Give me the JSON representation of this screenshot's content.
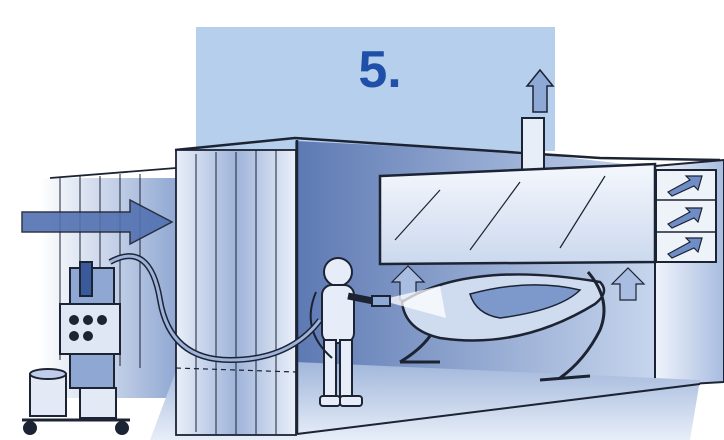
{
  "step_label": "5.",
  "colors": {
    "label_panel": "#b6cfec",
    "label_text": "#1f4fa8",
    "ink": "#1c2333",
    "booth_blue_dark": "#3b5a9c",
    "booth_blue_light": "#dbe6f5"
  },
  "icons": {
    "exhaust_stack": "exhaust-stack-icon",
    "air_arrow": "airflow-arrow-icon",
    "spray_painter": "spray-painter-figure",
    "paint_pump": "paint-pump-cart",
    "boat_hull": "boat-hull-on-cradle"
  }
}
